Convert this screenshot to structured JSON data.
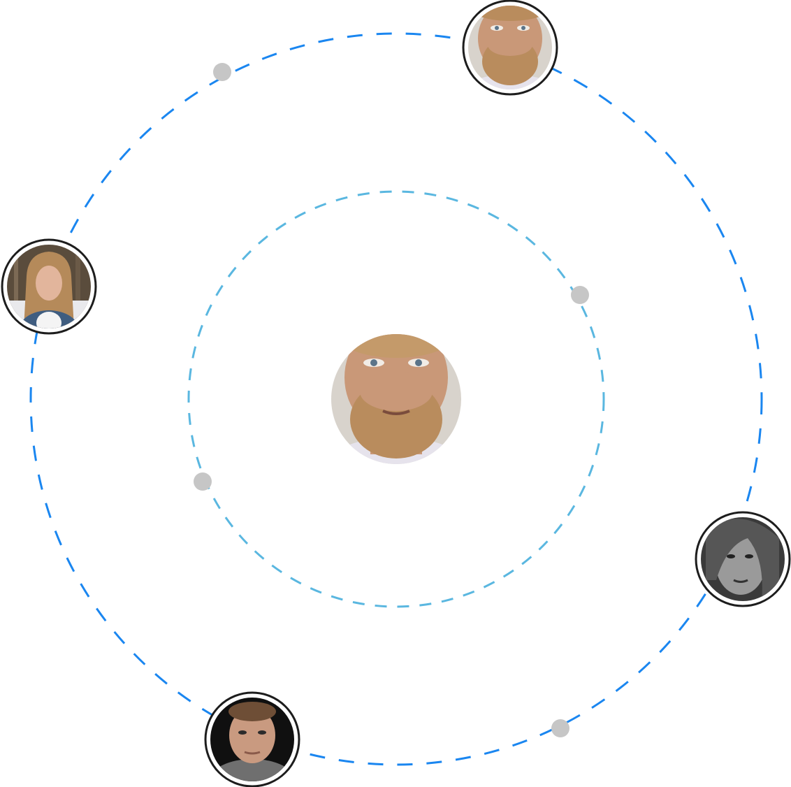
{
  "colors": {
    "outer_orbit": "#1a86f0",
    "inner_orbit": "#5ab7e0",
    "dot": "#c6c6c6",
    "ring": "#1d1d1d",
    "background": "#ffffff"
  },
  "center_avatar": {
    "icon": "bearded-man-avatar",
    "skin": "#c99878",
    "beard": "#b98c5d",
    "hair": "#c49a6a",
    "shirt": "#e6e3ec",
    "backdrop": "#d8d3cc"
  },
  "avatars": [
    {
      "name": "bearded-man",
      "icon": "bearded-man-avatar",
      "skin": "#c99878",
      "hair": "#b98c5d",
      "shirt": "#e6e3ec",
      "backdrop": "#d8d3cc"
    },
    {
      "name": "blonde-woman",
      "icon": "blonde-woman-avatar",
      "skin": "#e2b59c",
      "hair": "#b58a5a",
      "shirt": "#3f5d80",
      "backdrop": "#5a4c3c"
    },
    {
      "name": "monochrome-woman",
      "icon": "monochrome-woman-avatar",
      "skin": "#9a9a9a",
      "hair": "#565656",
      "shirt": "#2c2c2c",
      "backdrop": "#3a3a3a"
    },
    {
      "name": "man-dark-background",
      "icon": "man-dark-background-avatar",
      "skin": "#c99a80",
      "hair": "#6e4e36",
      "shirt": "#6f6f6f",
      "backdrop": "#101010"
    }
  ]
}
